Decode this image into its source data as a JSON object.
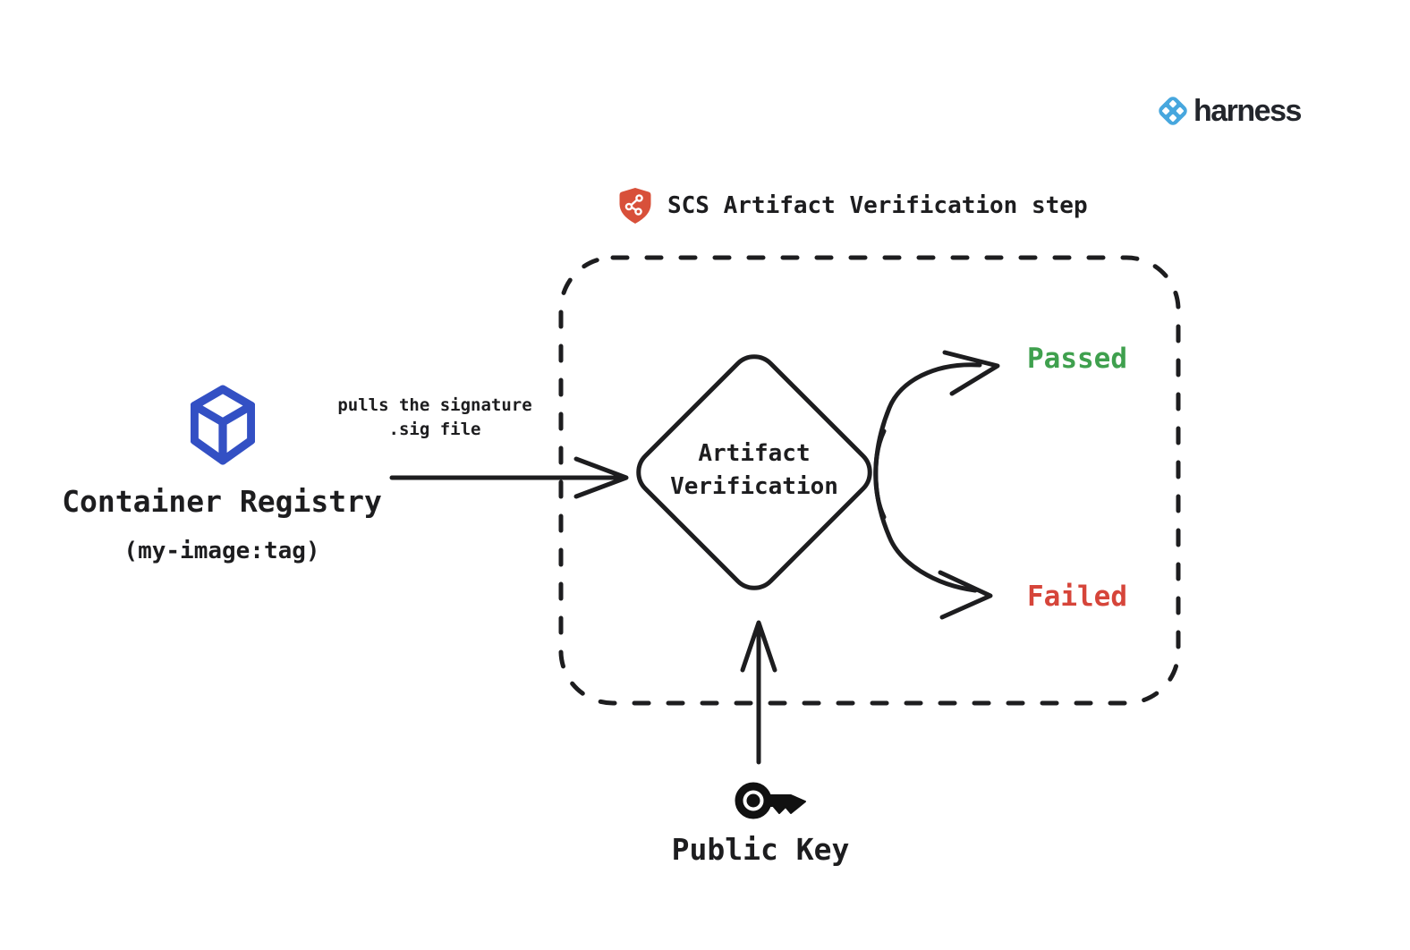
{
  "brand": {
    "name": "harness"
  },
  "header": {
    "title": "SCS Artifact Verification step",
    "icon": "shield-supply-chain-icon"
  },
  "registry": {
    "icon": "container-cube-icon",
    "title": "Container Registry",
    "subtitle": "(my-image:tag)"
  },
  "flow": {
    "arrow_label_line1": "pulls the signature",
    "arrow_label_line2": ".sig file",
    "diamond_line1": "Artifact",
    "diamond_line2": "Verification",
    "outcome_passed": "Passed",
    "outcome_failed": "Failed"
  },
  "public_key": {
    "icon": "key-icon",
    "label": "Public Key"
  },
  "colors": {
    "ink": "#1d1d1f",
    "cube_blue": "#3350c4",
    "harness_blue": "#47a7de",
    "brand_text": "#23262c",
    "shield_red": "#d8503a",
    "passed_green": "#3fa04e",
    "failed_red": "#d6453a",
    "background": "#ffffff"
  }
}
